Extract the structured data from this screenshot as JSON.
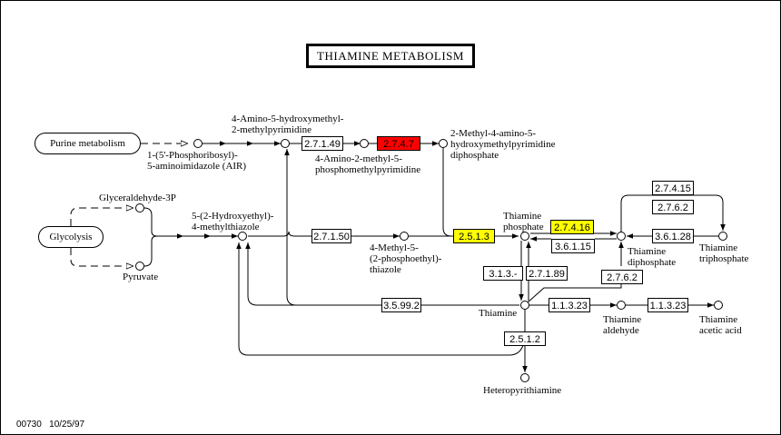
{
  "title": "THIAMINE METABOLISM",
  "footer": {
    "map_id": "00730",
    "date": "10/25/97"
  },
  "colors": {
    "highlight_red": "#ff0000",
    "highlight_yellow": "#ffff00",
    "line": "#000000"
  },
  "pathways": {
    "purine": "Purine metabolism",
    "glycolysis": "Glycolysis"
  },
  "compounds": {
    "air": [
      "1-(5'-Phosphoribosyl)-",
      "5-aminoimidazole (AIR)"
    ],
    "hmp": [
      "4-Amino-5-hydroxymethyl-",
      "2-methylpyrimidine"
    ],
    "hmp_p": [
      "4-Amino-2-methyl-5-",
      "phosphomethylpyrimidine"
    ],
    "hmp_pp": [
      "2-Methyl-4-amino-5-",
      "hydroxymethylpyrimidine",
      "diphosphate"
    ],
    "g3p": "Glyceraldehyde-3P",
    "pyruvate": "Pyruvate",
    "thz": [
      "5-(2-Hydroxyethyl)-",
      "4-methylthiazole"
    ],
    "thz_p": [
      "4-Methyl-5-",
      "(2-phosphoethyl)-",
      "thiazole"
    ],
    "thiamine_p": [
      "Thiamine",
      "phosphate"
    ],
    "thiamine_pp": [
      "Thiamine",
      "diphosphate"
    ],
    "thiamine_ppp": [
      "Thiamine",
      "triphosphate"
    ],
    "thiamine": "Thiamine",
    "thiamine_aldehyde": [
      "Thiamine",
      "aldehyde"
    ],
    "thiamine_acetic": [
      "Thiamine",
      "acetic acid"
    ],
    "heteropyrithiamine": "Heteropyrithiamine"
  },
  "enzymes": {
    "e_27149": "2.7.1.49",
    "e_2747": "2.7.4.7",
    "e_27150": "2.7.1.50",
    "e_2513": "2.5.1.3",
    "e_27416": "2.7.4.16",
    "e_36115": "3.6.1.15",
    "e_27415": "2.7.4.15",
    "e_2762a": "2.7.6.2",
    "e_36128": "3.6.1.28",
    "e_313": "3.1.3.-",
    "e_27189": "2.7.1.89",
    "e_2762b": "2.7.6.2",
    "e_35992": "3.5.99.2",
    "e_11323a": "1.1.3.23",
    "e_11323b": "1.1.3.23",
    "e_2512": "2.5.1.2"
  }
}
